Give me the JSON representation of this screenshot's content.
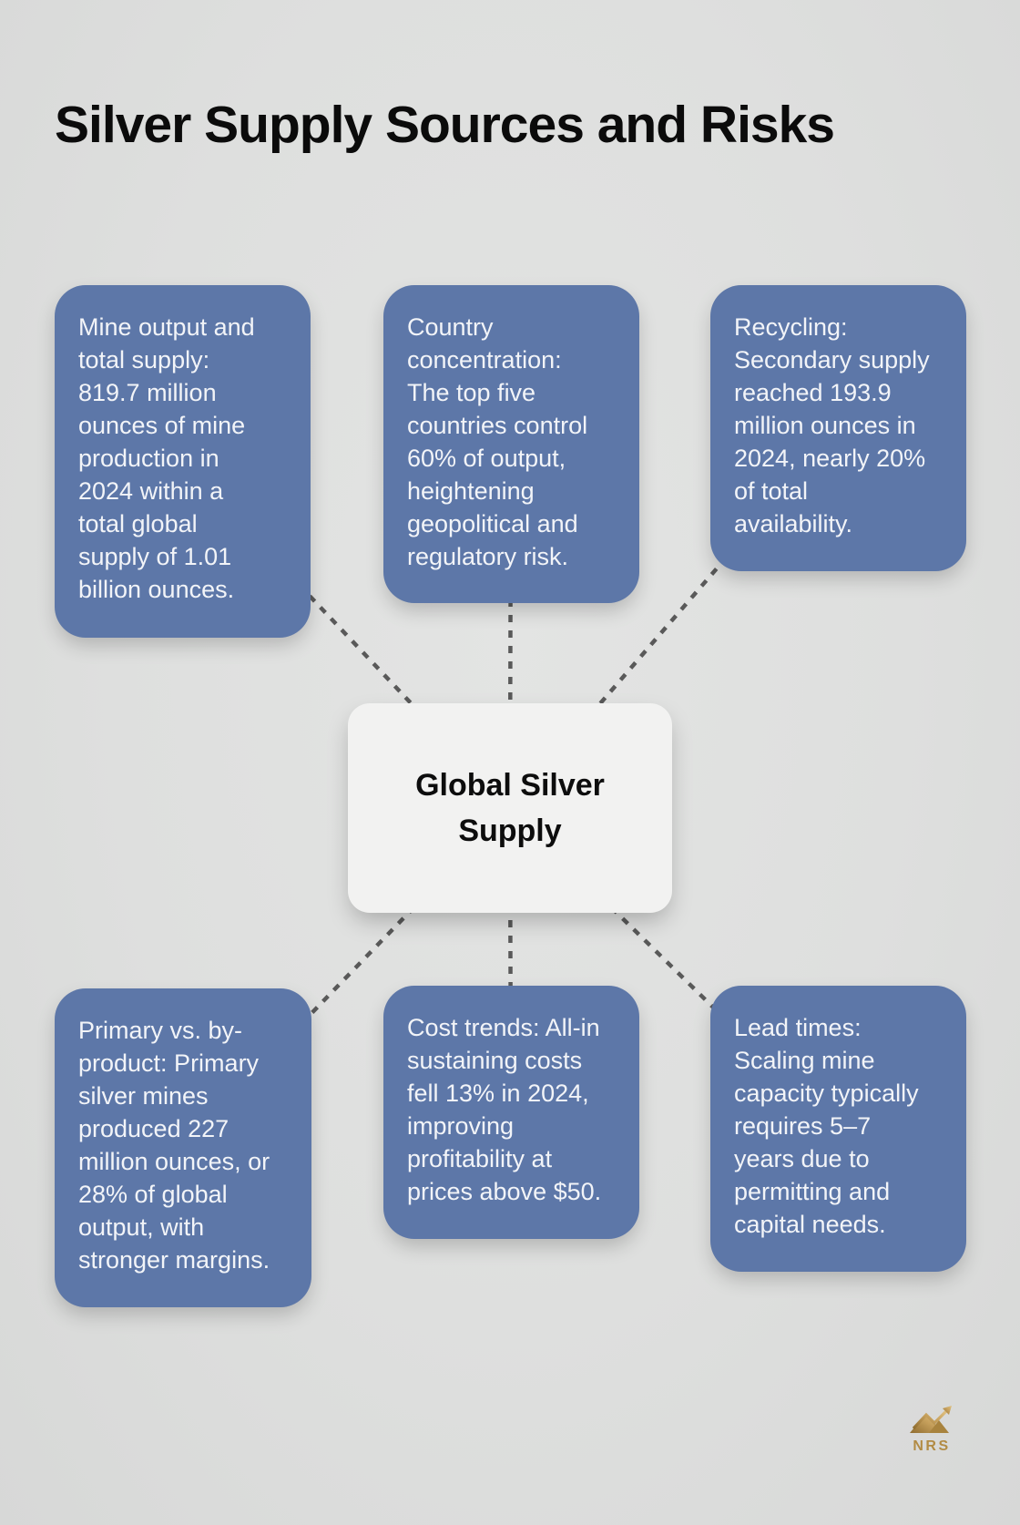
{
  "page": {
    "title": "Silver Supply Sources and Risks"
  },
  "center": {
    "label": "Global Silver\nSupply"
  },
  "cards": [
    {
      "id": "mine-output",
      "text": "Mine output and\ntotal supply:\n819.7 million\nounces of mine\nproduction in\n2024 within a\ntotal global\nsupply of 1.01\nbillion ounces."
    },
    {
      "id": "country-concentration",
      "text": "Country\nconcentration:\nThe top five\ncountries control\n60% of output,\nheightening\ngeopolitical and\nregulatory risk."
    },
    {
      "id": "recycling",
      "text": "Recycling:\nSecondary supply\nreached 193.9\nmillion ounces in\n2024, nearly 20%\nof total\navailability."
    },
    {
      "id": "primary-vs-byproduct",
      "text": "Primary vs. by-\nproduct: Primary\nsilver mines\nproduced 227\nmillion ounces, or\n28% of global\noutput, with\nstronger margins."
    },
    {
      "id": "cost-trends",
      "text": "Cost trends: All-in\nsustaining costs\nfell 13% in 2024,\nimproving\nprofitability at\nprices above $50."
    },
    {
      "id": "lead-times",
      "text": "Lead times:\nScaling mine\ncapacity typically\nrequires 5–7\nyears due to\npermitting and\ncapital needs."
    }
  ],
  "logo": {
    "text": "NRS"
  },
  "colors": {
    "background": "#dedfde",
    "card_bg": "#5d77a8",
    "card_text": "#f2f4f8",
    "center_bg": "#f2f2f1",
    "center_text": "#0d0d0d",
    "title": "#0b0b0b",
    "connector": "#595959",
    "logo_gold": "#b28b44"
  }
}
